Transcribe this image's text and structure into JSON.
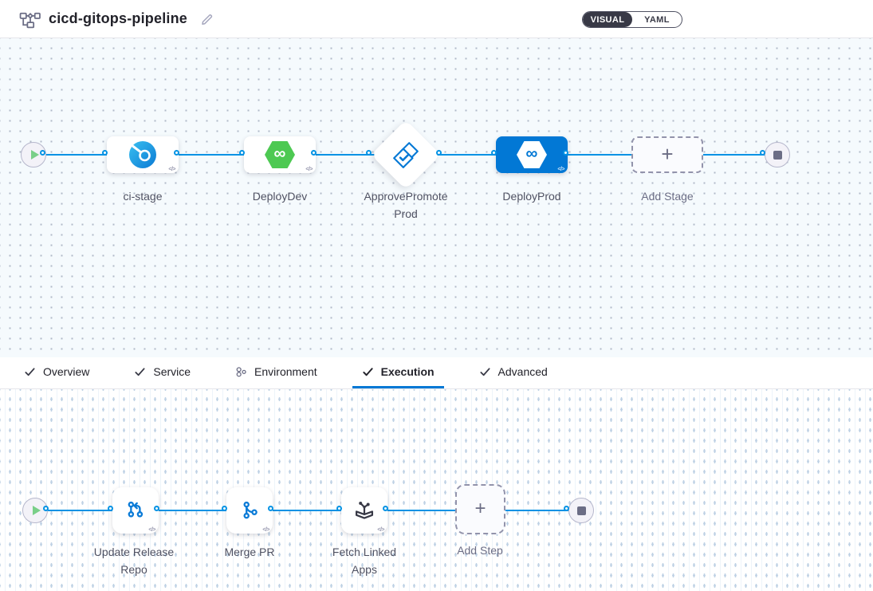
{
  "header": {
    "title": "cicd-gitops-pipeline",
    "toggle": {
      "visual_label": "VISUAL",
      "yaml_label": "YAML",
      "selected": "VISUAL"
    }
  },
  "stage_canvas": {
    "stages": [
      {
        "label": "ci-stage",
        "type": "ci-build"
      },
      {
        "label": "DeployDev",
        "type": "cd-deploy"
      },
      {
        "label": "ApprovePromoteProd",
        "type": "approval"
      },
      {
        "label": "DeployProd",
        "type": "cd-deploy",
        "selected": true
      },
      {
        "label": "Add Stage",
        "type": "add-stage"
      }
    ]
  },
  "tabs": [
    {
      "label": "Overview",
      "icon": "check-icon",
      "active": false
    },
    {
      "label": "Service",
      "icon": "check-icon",
      "active": false
    },
    {
      "label": "Environment",
      "icon": "environment-icon",
      "active": false
    },
    {
      "label": "Execution",
      "icon": "check-icon",
      "active": true
    },
    {
      "label": "Advanced",
      "icon": "check-icon",
      "active": false
    }
  ],
  "execution_canvas": {
    "steps": [
      {
        "label": "Update Release Repo",
        "type": "git-update"
      },
      {
        "label": "Merge PR",
        "type": "git-merge"
      },
      {
        "label": "Fetch Linked Apps",
        "type": "fetch-linked-apps"
      },
      {
        "label": "Add Step",
        "type": "add-step"
      }
    ]
  },
  "glyphs": {
    "plus": "+",
    "infinity": "∞",
    "code": "</>"
  },
  "colors": {
    "accent": "#0278D5",
    "connector_line": "#0092E4",
    "cd_green": "#4DC952",
    "toggle_dark": "#383946",
    "selected_stage_bg": "#0278D5",
    "canvas_top_bg": "#F5FAFD"
  }
}
